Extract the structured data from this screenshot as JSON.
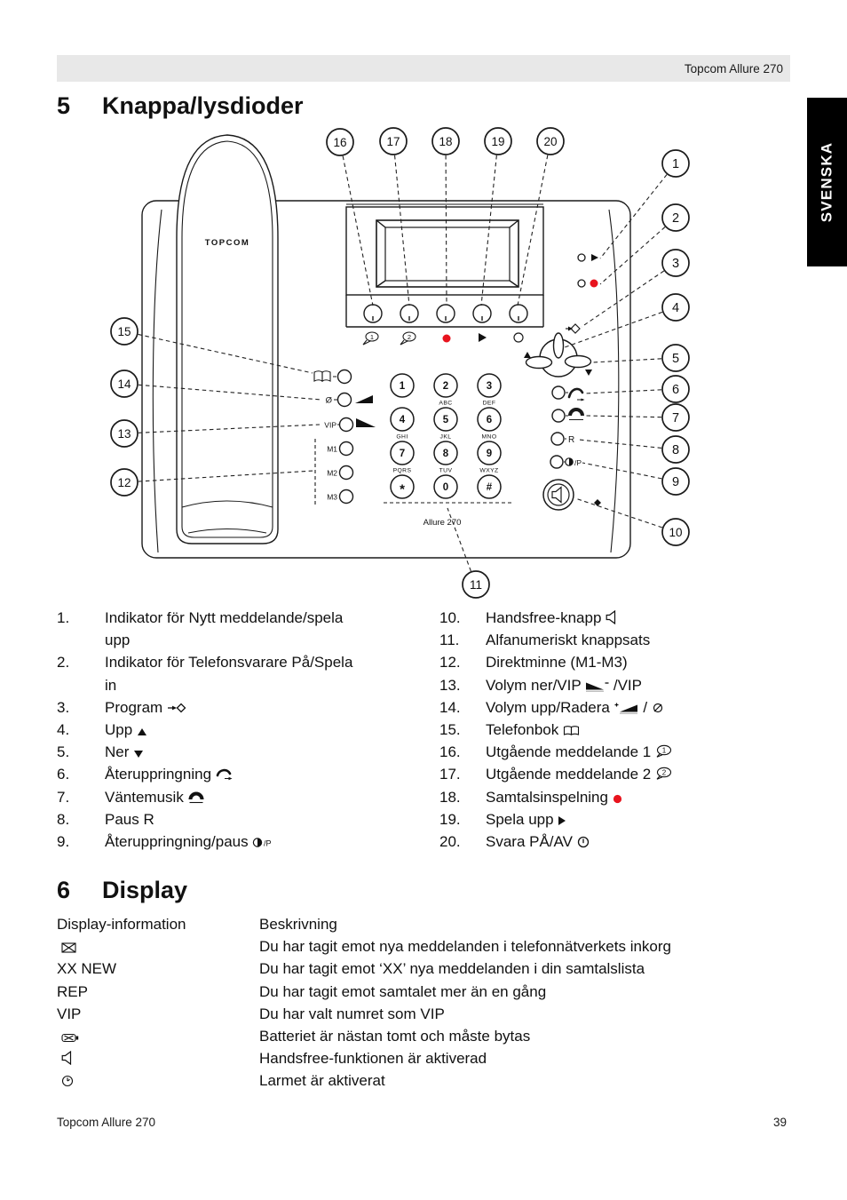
{
  "page": {
    "header_right": "Topcom Allure 270",
    "sidebar_label": "SVENSKA",
    "footer_left": "Topcom Allure 270",
    "footer_page": "39"
  },
  "section5": {
    "number": "5",
    "title": "Knappa/lysdioder"
  },
  "section6": {
    "number": "6",
    "title": "Display"
  },
  "colors": {
    "accent_red": "#e8141e",
    "ink": "#1a1a1a"
  },
  "diagram": {
    "brand": "TOPCOM",
    "model": "Allure 270",
    "side_keys": {
      "vol": "Ø",
      "vip": "VIP",
      "m1": "M1",
      "m2": "M2",
      "m3": "M3"
    },
    "right_keys": {
      "r": "R",
      "p": "/P"
    },
    "softkey_balloons": [
      "1",
      "2"
    ],
    "keypad": [
      {
        "digit": "1",
        "letters": ""
      },
      {
        "digit": "2",
        "letters": "ABC"
      },
      {
        "digit": "3",
        "letters": "DEF"
      },
      {
        "digit": "4",
        "letters": "GHI"
      },
      {
        "digit": "5",
        "letters": "JKL"
      },
      {
        "digit": "6",
        "letters": "MNO"
      },
      {
        "digit": "7",
        "letters": "PQRS"
      },
      {
        "digit": "8",
        "letters": "TUV"
      },
      {
        "digit": "9",
        "letters": "WXYZ"
      },
      {
        "digit": "*",
        "letters": ""
      },
      {
        "digit": "0",
        "letters": ""
      },
      {
        "digit": "#",
        "letters": ""
      }
    ],
    "callouts": {
      "top": [
        "16",
        "17",
        "18",
        "19",
        "20"
      ],
      "right": [
        "1",
        "2",
        "3",
        "4",
        "5",
        "6",
        "7",
        "8",
        "9",
        "10"
      ],
      "left": [
        "15",
        "14",
        "13",
        "12"
      ],
      "bottom": [
        "11"
      ]
    }
  },
  "legend_left": [
    {
      "num": "1.",
      "parts": [
        {
          "t": "Indikator för Nytt meddelande/spela"
        }
      ],
      "line2": "upp"
    },
    {
      "num": "2.",
      "parts": [
        {
          "t": "Indikator för Telefonsvarare På/Spela"
        }
      ],
      "line2": "in"
    },
    {
      "num": "3.",
      "parts": [
        {
          "t": "Program "
        },
        {
          "i": "program-icon"
        }
      ]
    },
    {
      "num": "4.",
      "parts": [
        {
          "t": "Upp "
        },
        {
          "i": "up-icon"
        }
      ]
    },
    {
      "num": "5.",
      "parts": [
        {
          "t": "Ner "
        },
        {
          "i": "down-icon"
        }
      ]
    },
    {
      "num": "6.",
      "parts": [
        {
          "t": "Återuppringning "
        },
        {
          "i": "redial-icon"
        }
      ]
    },
    {
      "num": "7.",
      "parts": [
        {
          "t": "Väntemusik "
        },
        {
          "i": "hold-music-icon"
        }
      ]
    },
    {
      "num": "8.",
      "parts": [
        {
          "t": "Paus R"
        }
      ]
    },
    {
      "num": "9.",
      "parts": [
        {
          "t": "Återuppringning/paus "
        },
        {
          "i": "redial-pause-icon"
        }
      ]
    }
  ],
  "legend_right": [
    {
      "num": "10.",
      "parts": [
        {
          "t": "Handsfree-knapp "
        },
        {
          "i": "handsfree-icon"
        }
      ]
    },
    {
      "num": "11.",
      "parts": [
        {
          "t": "Alfanumeriskt knappsats"
        }
      ]
    },
    {
      "num": "12.",
      "parts": [
        {
          "t": "Direktminne (M1-M3)"
        }
      ]
    },
    {
      "num": "13.",
      "parts": [
        {
          "t": "Volym ner/VIP "
        },
        {
          "i": "volume-down-icon"
        },
        {
          "t": " /VIP"
        }
      ]
    },
    {
      "num": "14.",
      "parts": [
        {
          "t": "Volym upp/Radera "
        },
        {
          "i": "volume-up-icon"
        },
        {
          "t": " / "
        },
        {
          "i": "delete-icon"
        }
      ]
    },
    {
      "num": "15.",
      "parts": [
        {
          "t": "Telefonbok "
        },
        {
          "i": "phonebook-icon"
        }
      ]
    },
    {
      "num": "16.",
      "parts": [
        {
          "t": "Utgående meddelande 1 "
        },
        {
          "i": "ogm1-icon"
        }
      ]
    },
    {
      "num": "17.",
      "parts": [
        {
          "t": "Utgående meddelande 2 "
        },
        {
          "i": "ogm2-icon"
        }
      ]
    },
    {
      "num": "18.",
      "parts": [
        {
          "t": "Samtalsinspelning "
        },
        {
          "i": "record-icon"
        }
      ]
    },
    {
      "num": "19.",
      "parts": [
        {
          "t": "Spela upp "
        },
        {
          "i": "play-icon"
        }
      ]
    },
    {
      "num": "20.",
      "parts": [
        {
          "t": "Svara PÅ/AV "
        },
        {
          "i": "power-icon"
        }
      ]
    }
  ],
  "display_table": {
    "headers": [
      "Display-information",
      "Beskrivning"
    ],
    "rows": [
      {
        "icon": "envelope-icon",
        "info": "",
        "desc": "Du har tagit emot nya meddelanden i telefonnätverkets inkorg"
      },
      {
        "icon": "",
        "info": "XX NEW",
        "desc": "Du har tagit emot ‘XX’ nya meddelanden i din samtalslista"
      },
      {
        "icon": "",
        "info": "REP",
        "desc": "Du har tagit emot samtalet mer än en gång"
      },
      {
        "icon": "",
        "info": "VIP",
        "desc": "Du har valt numret som VIP"
      },
      {
        "icon": "battery-icon",
        "info": "",
        "desc": "Batteriet är nästan tomt och måste bytas"
      },
      {
        "icon": "handsfree-icon",
        "info": "",
        "desc": "Handsfree-funktionen är aktiverad"
      },
      {
        "icon": "alarm-icon",
        "info": "",
        "desc": "Larmet är aktiverat"
      }
    ]
  }
}
